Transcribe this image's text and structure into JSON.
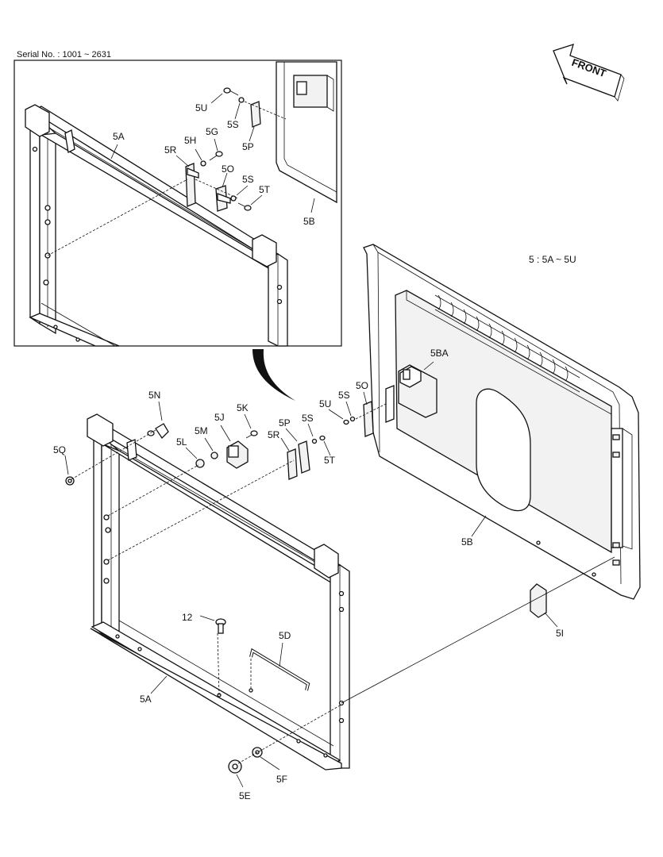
{
  "serial": "Serial No. : 1001 ~ 2631",
  "front": "FRONT",
  "range_note": "5 : 5A ~ 5U",
  "labels": {
    "inset": {
      "5U": "5U",
      "5S_a": "5S",
      "5P": "5P",
      "5G": "5G",
      "5H": "5H",
      "5R": "5R",
      "5O": "5O",
      "5S_b": "5S",
      "5T": "5T",
      "5A": "5A",
      "5B": "5B"
    },
    "main": {
      "5N": "5N",
      "5K": "5K",
      "5J": "5J",
      "5M": "5M",
      "5L": "5L",
      "5Q": "5Q",
      "5P": "5P",
      "5S": "5S",
      "5R": "5R",
      "5T": "5T",
      "5U": "5U",
      "5S_b": "5S",
      "5O": "5O",
      "5BA": "5BA",
      "5B": "5B",
      "5I": "5I",
      "12": "12",
      "5D": "5D",
      "5A": "5A",
      "5E": "5E",
      "5F": "5F"
    }
  }
}
